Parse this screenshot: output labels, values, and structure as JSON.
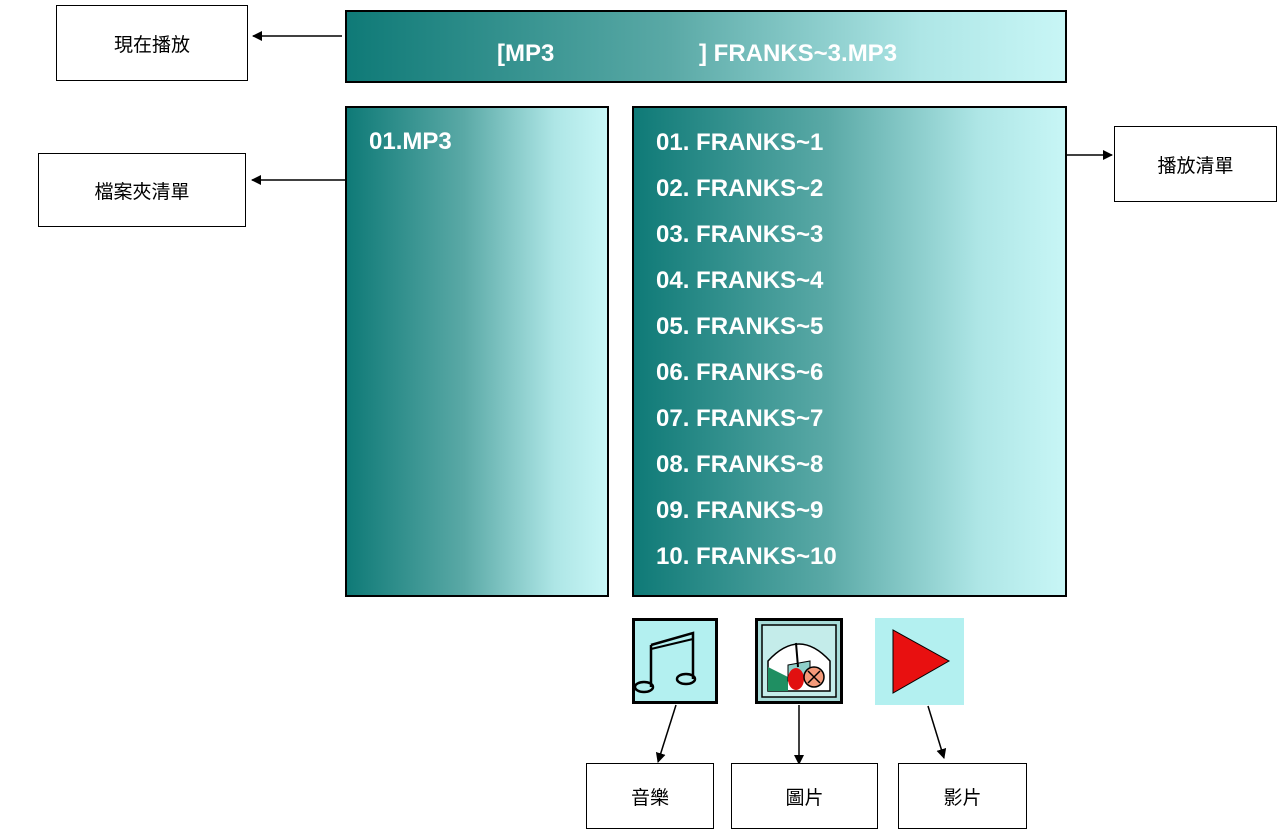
{
  "labels": {
    "now_playing": "現在播放",
    "folder_list": "檔案夾清單",
    "playlist": "播放清單",
    "music": "音樂",
    "pictures": "圖片",
    "video": "影片"
  },
  "now_playing": {
    "folder": "[MP3",
    "file": "] FRANKS~3.MP3"
  },
  "folders": [
    "01.MP3"
  ],
  "playlist": [
    "01. FRANKS~1",
    "02. FRANKS~2",
    "03. FRANKS~3",
    "04. FRANKS~4",
    "05. FRANKS~5",
    "06. FRANKS~6",
    "07. FRANKS~7",
    "08. FRANKS~8",
    "09. FRANKS~9",
    "10. FRANKS~10"
  ],
  "icons": {
    "music": "music-note-icon",
    "pictures": "picture-icon",
    "video": "play-icon"
  },
  "colors": {
    "panel_dark": "#0f7a77",
    "panel_light": "#c8f6f6",
    "icon_bg": "#b3f0f0",
    "play_red": "#e81010"
  }
}
